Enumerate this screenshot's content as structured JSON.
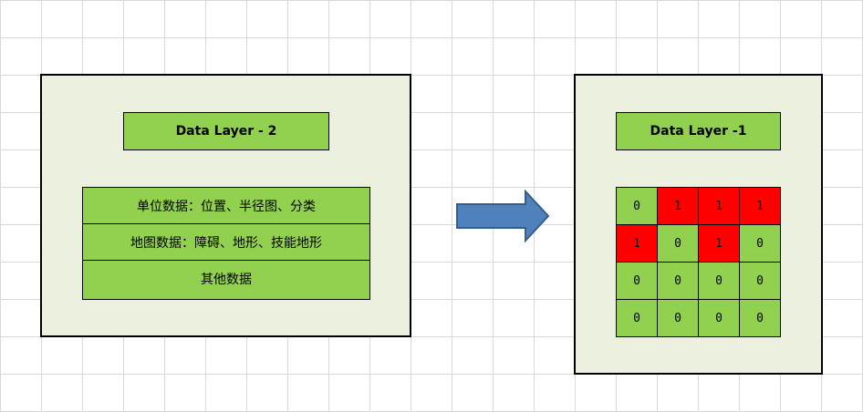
{
  "left_panel": {
    "title": "Data Layer - 2",
    "rows": [
      "单位数据：位置、半径图、分类",
      "地图数据：障碍、地形、技能地形",
      "其他数据"
    ]
  },
  "arrow": {
    "icon": "right-arrow-icon",
    "color": "#4f81bd"
  },
  "right_panel": {
    "title": "Data Layer -1",
    "grid": [
      [
        "0",
        "1",
        "1",
        "1"
      ],
      [
        "1",
        "0",
        "1",
        "0"
      ],
      [
        "0",
        "0",
        "0",
        "0"
      ],
      [
        "0",
        "0",
        "0",
        "0"
      ]
    ]
  },
  "colors": {
    "panel_bg": "#ebf1de",
    "green": "#92d050",
    "red": "#ff0000",
    "arrow": "#4f81bd"
  }
}
